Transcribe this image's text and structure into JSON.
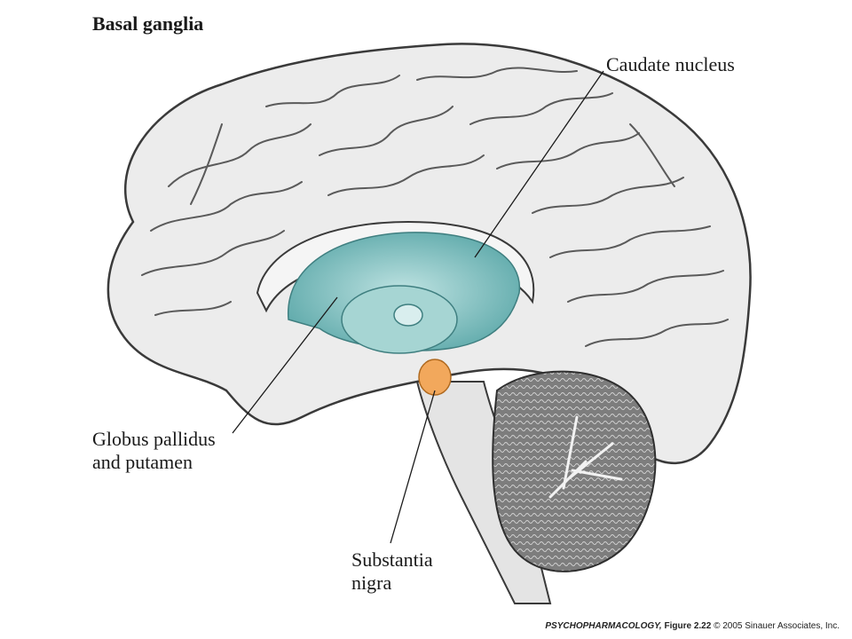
{
  "title": "Basal ganglia",
  "labels": {
    "caudate": "Caudate nucleus",
    "globus_line1": "Globus pallidus",
    "globus_line2": "and putamen",
    "substantia_line1": "Substantia",
    "substantia_line2": "nigra"
  },
  "credit": {
    "book": "PSYCHOPHARMACOLOGY,",
    "figure": "Figure 2.22",
    "copyright": "© 2005 Sinauer Associates, Inc."
  },
  "colors": {
    "cortex_fill": "#ececec",
    "cortex_outline": "#3a3a3a",
    "basal_ganglia": "#8ec8c8",
    "basal_ganglia_dark": "#4f9c9e",
    "substantia_nigra": "#f2a85c",
    "brainstem": "#e4e4e4",
    "cerebellum": "#8a8a8a"
  }
}
